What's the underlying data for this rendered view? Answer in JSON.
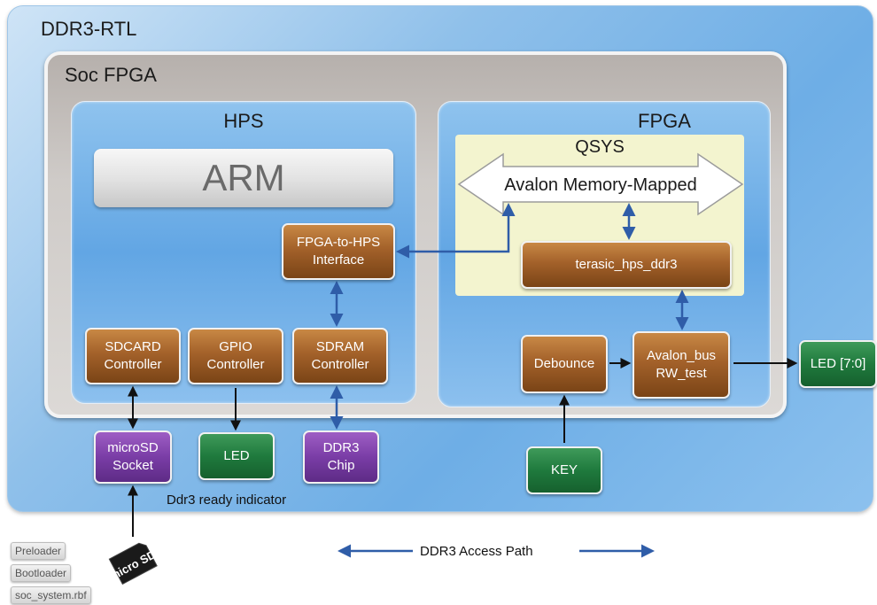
{
  "outer": {
    "title": "DDR3-RTL"
  },
  "soc": {
    "title": "Soc FPGA"
  },
  "hps": {
    "title": "HPS",
    "arm_label": "ARM"
  },
  "fpga": {
    "title": "FPGA"
  },
  "qsys": {
    "title": "QSYS",
    "avalon_label": "Avalon Memory-Mapped"
  },
  "blocks": {
    "fpga_to_hps": [
      "FPGA-to-HPS",
      "Interface"
    ],
    "sdcard": [
      "SDCARD",
      "Controller"
    ],
    "gpio": [
      "GPIO",
      "Controller"
    ],
    "sdram": [
      "SDRAM",
      "Controller"
    ],
    "terasic": [
      "terasic_hps_ddr3"
    ],
    "debounce": [
      "Debounce"
    ],
    "avalon_bus": [
      "Avalon_bus",
      "RW_test"
    ]
  },
  "external": {
    "microsd": [
      "microSD",
      "Socket"
    ],
    "led": [
      "LED"
    ],
    "ddr3_chip": [
      "DDR3",
      "Chip"
    ],
    "key": [
      "KEY"
    ],
    "led_bus": [
      "LED [7:0]"
    ]
  },
  "labels": {
    "ready_indicator": "Ddr3 ready indicator",
    "access_path": "DDR3 Access Path"
  },
  "sd_files": [
    "Preloader",
    "Bootloader",
    "soc_system.rbf"
  ],
  "sd_card_logo": "micro SD",
  "colors": {
    "access_path_arrow": "#2f5da8",
    "control_arrow": "#111111",
    "block_brown": "#a3612a",
    "block_green": "#1f7a3d",
    "block_purple": "#7a3da6",
    "qsys_fill": "#f3f4cf"
  }
}
